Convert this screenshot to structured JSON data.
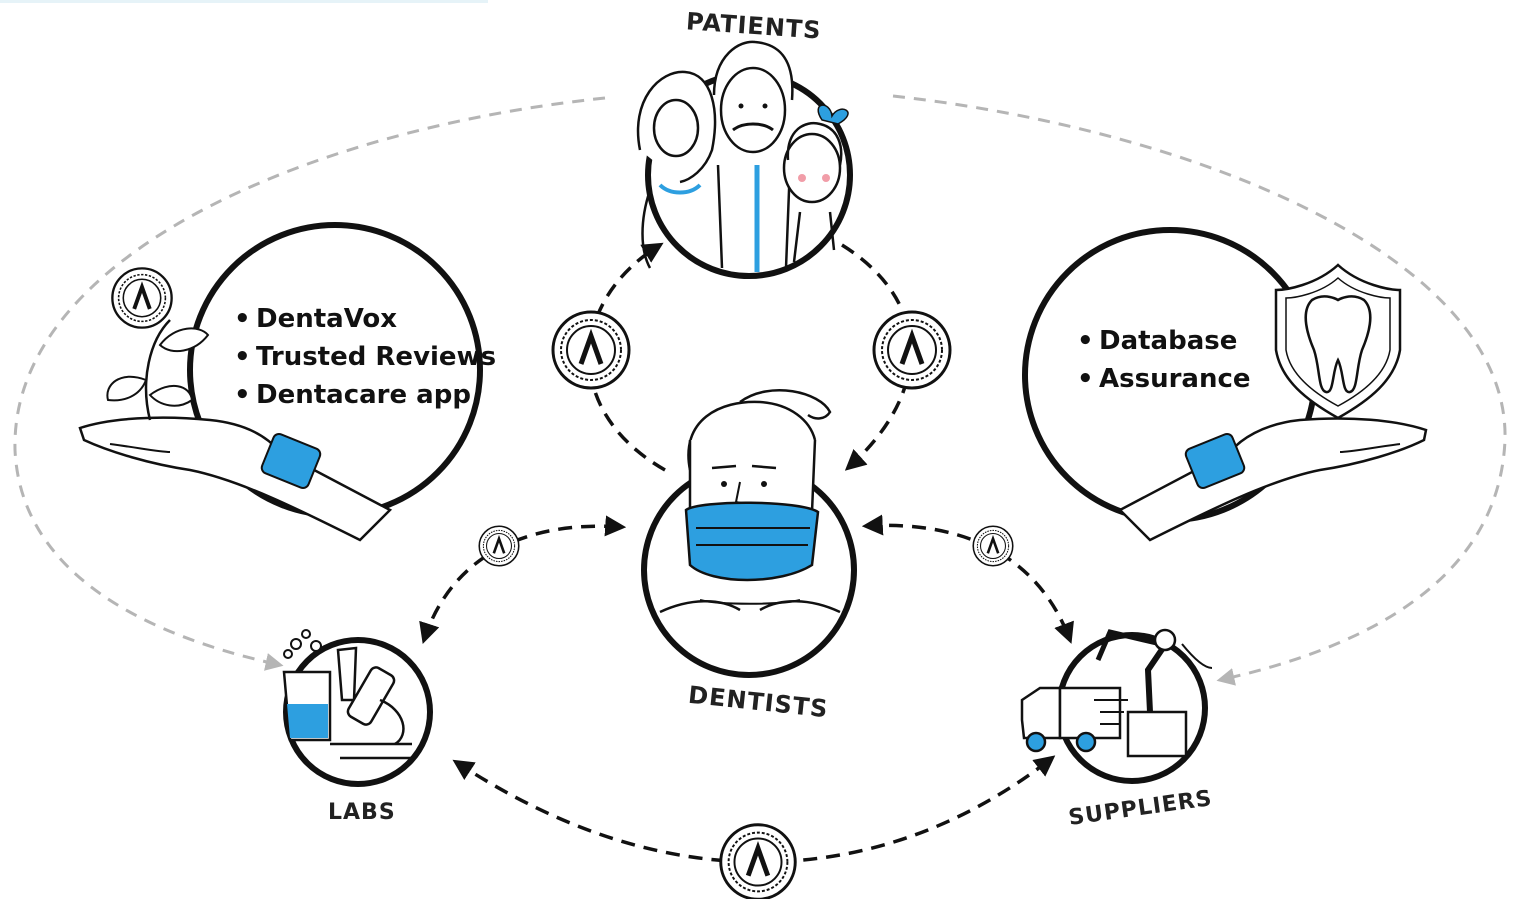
{
  "nodes": {
    "patients": "PATIENTS",
    "dentists": "DENTISTS",
    "labs": "LABS",
    "suppliers": "SUPPLIERS"
  },
  "left_panel": {
    "items": [
      "DentaVox",
      "Trusted Reviews",
      "Dentacare app"
    ]
  },
  "right_panel": {
    "items": [
      "Database",
      "Assurance"
    ]
  },
  "colors": {
    "accent": "#2d9fe0",
    "stroke": "#111111",
    "outer_dash": "#b5b5b5"
  }
}
